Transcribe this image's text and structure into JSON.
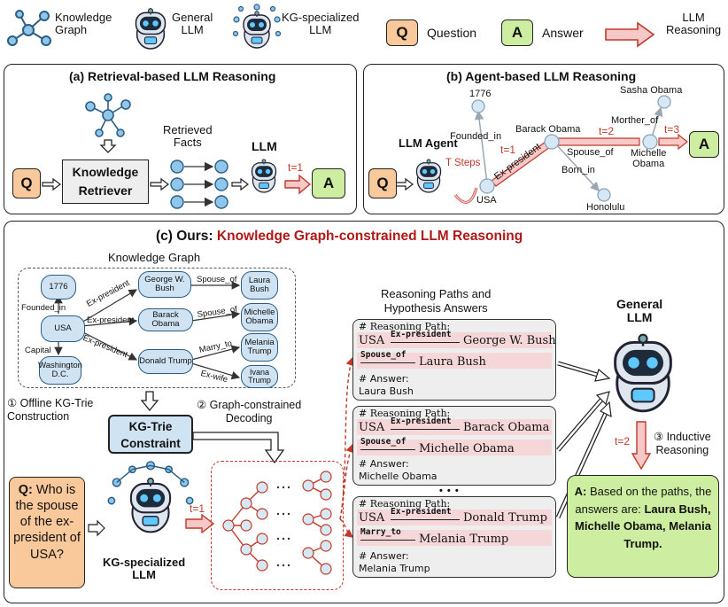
{
  "legend": {
    "kg": "Knowledge\nGraph",
    "general": "General\nLLM",
    "kgspec": "KG-specialized\nLLM",
    "q_letter": "Q",
    "question": "Question",
    "a_letter": "A",
    "answer": "Answer",
    "reasoning": "LLM\nReasoning"
  },
  "panel_a": {
    "title": "(a) Retrieval-based LLM Reasoning",
    "retriever": "Knowledge\nRetriever",
    "facts": "Retrieved\nFacts",
    "llm": "LLM",
    "t1": "t=1",
    "q": "Q",
    "a": "A"
  },
  "panel_b": {
    "title": "(b) Agent-based LLM Reasoning",
    "agent": "LLM Agent",
    "tsteps": "T Steps",
    "q": "Q",
    "a": "A",
    "nodes": {
      "n1776": "1776",
      "usa": "USA",
      "barack": "Barack Obama",
      "michelle": "Michelle\nObama",
      "sasha": "Sasha Obama",
      "honolulu": "Honolulu"
    },
    "edges": {
      "founded": "Founded_in",
      "expres": "Ex-president",
      "spouse": "Spouse_of",
      "born": "Born_in",
      "mother": "Morther_of"
    },
    "t1": "t=1",
    "t2": "t=2",
    "t3": "t=3"
  },
  "panel_c": {
    "title_prefix": "(c) Ours: ",
    "title_main": "Knowledge Graph-constrained LLM Reasoning",
    "kg_title": "Knowledge Graph",
    "kg_nodes": {
      "n1776": "1776",
      "usa": "USA",
      "wdc": "Washington\nD.C.",
      "gwb": "George W.\nBush",
      "bo": "Barack Obama",
      "dt": "Donald Trump",
      "lb": "Laura\nBush",
      "mo": "Michelle\nObama",
      "mt": "Melania\nTrump",
      "it": "Ivana\nTrump"
    },
    "kg_edges": {
      "founded": "Founded_in",
      "capital": "Capital",
      "exp1": "Ex-president",
      "exp2": "Ex-president",
      "exp3": "Ex-president",
      "sp1": "Spouse_of",
      "sp2": "Spouse_of",
      "marry": "Marry_to",
      "exwife": "Ex-wife"
    },
    "step1": "① Offline KG-Trie\nConstruction",
    "step2": "② Graph-constrained\nDecoding",
    "step3": "③ Inductive\nReasoning",
    "trie": "KG-Trie\nConstraint",
    "question_label": "Q:",
    "question_text": "Who is the spouse of the ex-president of USA?",
    "kgspec": "KG-specialized\nLLM",
    "t1": "t=1",
    "t2": "t=2",
    "paths_title": "Reasoning Paths and\nHypothesis Answers",
    "general": "General\nLLM",
    "dots": "• • •",
    "paths": [
      {
        "hdr": "# Reasoning Path:",
        "src": "USA",
        "rel1": "Ex-president",
        "mid": "George W. Bush",
        "rel2": "Spouse_of",
        "end": "Laura Bush",
        "ans_hdr": "# Answer:",
        "ans": "Laura Bush"
      },
      {
        "hdr": "# Reasoning Path:",
        "src": "USA",
        "rel1": "Ex-president",
        "mid": "Barack Obama",
        "rel2": "Spouse_of",
        "end": "Michelle Obama",
        "ans_hdr": "# Answer:",
        "ans": "Michelle Obama"
      },
      {
        "hdr": "# Reasoning Path:",
        "src": "USA",
        "rel1": "Ex-president",
        "mid": "Donald Trump",
        "rel2": "Marry_to",
        "end": "Melania Trump",
        "ans_hdr": "# Answer:",
        "ans": "Melania Trump"
      }
    ],
    "answer_label": "A:",
    "answer_text_1": "Based on the paths,",
    "answer_text_2": "the answers are:",
    "answer_bold": "Laura Bush, Michelle Obama, Melania Trump."
  }
}
